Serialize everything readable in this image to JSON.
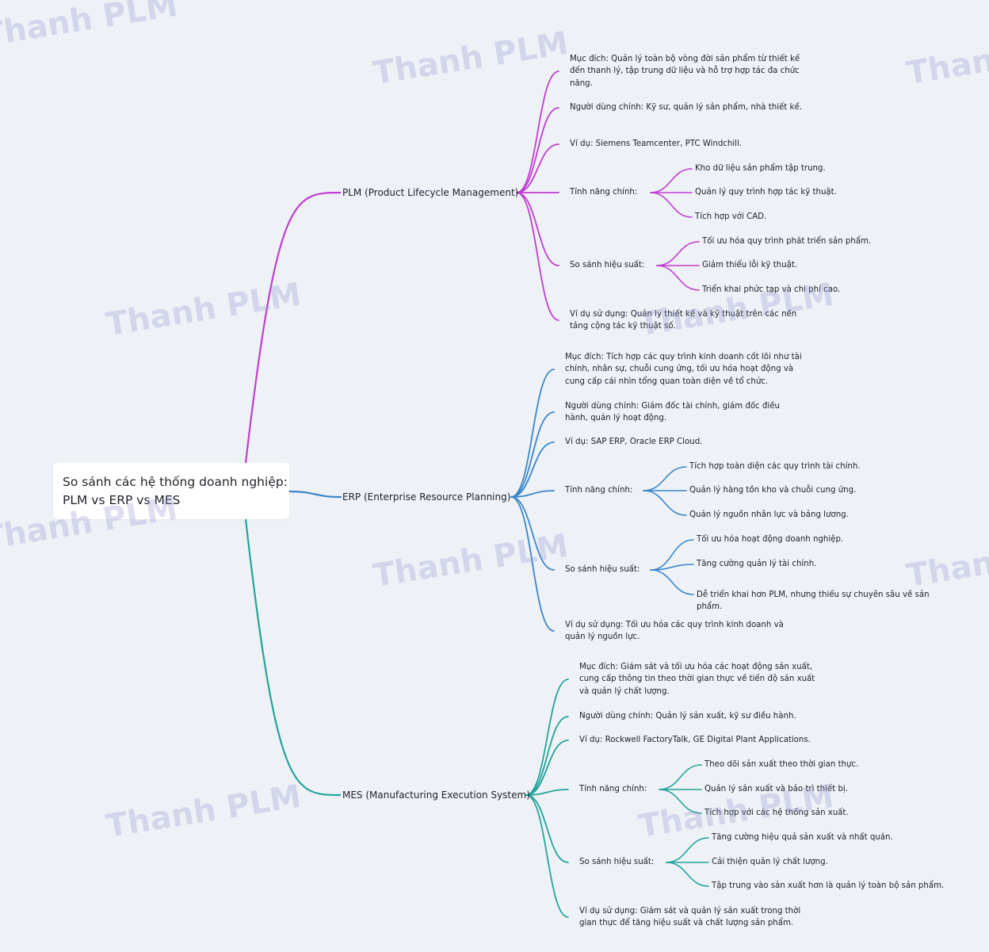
{
  "root": {
    "lines": [
      "So sánh các hệ thống doanh nghiệp:",
      "PLM vs ERP vs MES"
    ]
  },
  "watermark": "Thanh PLM",
  "colors": {
    "plm": "#c03ccf",
    "erp": "#3a86c9",
    "mes": "#23a39a"
  },
  "branches": [
    {
      "label": "PLM (Product Lifecycle Management)",
      "children": [
        {
          "lines": [
            "Mục đích: Quản lý toàn bộ vòng đời sản phẩm từ thiết kế",
            "đến thanh lý, tập trung dữ liệu và hỗ trợ hợp tác đa chức",
            "năng."
          ]
        },
        {
          "lines": [
            "Người dùng chính: Kỹ sư, quản lý sản phẩm, nhà thiết kế."
          ]
        },
        {
          "lines": [
            "Ví dụ: Siemens Teamcenter, PTC Windchill."
          ]
        },
        {
          "lines": [
            "Tính năng chính:"
          ],
          "children": [
            "Kho dữ liệu sản phẩm tập trung.",
            "Quản lý quy trình hợp tác kỹ thuật.",
            "Tích hợp với CAD."
          ]
        },
        {
          "lines": [
            "So sánh hiệu suất:"
          ],
          "children": [
            "Tối ưu hóa quy trình phát triển sản phẩm.",
            "Giảm thiểu lỗi kỹ thuật.",
            "Triển khai phức tạp và chi phí cao."
          ]
        },
        {
          "lines": [
            "Ví dụ sử dụng: Quản lý thiết kế và kỹ thuật trên các nền",
            "tảng cộng tác kỹ thuật số."
          ]
        }
      ]
    },
    {
      "label": "ERP (Enterprise Resource Planning)",
      "children": [
        {
          "lines": [
            "Mục đích: Tích hợp các quy trình kinh doanh cốt lõi như tài",
            "chính, nhân sự, chuỗi cung ứng, tối ưu hóa hoạt động và",
            "cung cấp cái nhìn tổng quan toàn diện về tổ chức."
          ]
        },
        {
          "lines": [
            "Người dùng chính: Giám đốc tài chính, giám đốc điều",
            "hành, quản lý hoạt động."
          ]
        },
        {
          "lines": [
            "Ví dụ: SAP ERP, Oracle ERP Cloud."
          ]
        },
        {
          "lines": [
            "Tính năng chính:"
          ],
          "children": [
            "Tích hợp toàn diện các quy trình tài chính.",
            "Quản lý hàng tồn kho và chuỗi cung ứng.",
            "Quản lý nguồn nhân lực và bảng lương."
          ]
        },
        {
          "lines": [
            "So sánh hiệu suất:"
          ],
          "children": [
            "Tối ưu hóa hoạt động doanh nghiệp.",
            "Tăng cường quản lý tài chính.",
            "Dễ triển khai hơn PLM, nhưng thiếu sự chuyên sâu về sản\nphẩm."
          ]
        },
        {
          "lines": [
            "Ví dụ sử dụng: Tối ưu hóa các quy trình kinh doanh và",
            "quản lý nguồn lực."
          ]
        }
      ]
    },
    {
      "label": "MES (Manufacturing Execution System)",
      "children": [
        {
          "lines": [
            "Mục đích: Giám sát và tối ưu hóa các hoạt động sản xuất,",
            "cung cấp thông tin theo thời gian thực về tiến độ sản xuất",
            "và quản lý chất lượng."
          ]
        },
        {
          "lines": [
            "Người dùng chính: Quản lý sản xuất, kỹ sư điều hành."
          ]
        },
        {
          "lines": [
            "Ví dụ: Rockwell FactoryTalk, GE Digital Plant Applications."
          ]
        },
        {
          "lines": [
            "Tính năng chính:"
          ],
          "children": [
            "Theo dõi sản xuất theo thời gian thực.",
            "Quản lý sản xuất và bảo trì thiết bị.",
            "Tích hợp với các hệ thống sản xuất."
          ]
        },
        {
          "lines": [
            "So sánh hiệu suất:"
          ],
          "children": [
            "Tăng cường hiệu quả sản xuất và nhất quán.",
            "Cải thiện quản lý chất lượng.",
            "Tập trung vào sản xuất hơn là quản lý toàn bộ sản phẩm."
          ]
        },
        {
          "lines": [
            "Ví dụ sử dụng: Giám sát và quản lý sản xuất trong thời",
            "gian thực để tăng hiệu suất và chất lượng sản phẩm."
          ]
        }
      ]
    }
  ]
}
